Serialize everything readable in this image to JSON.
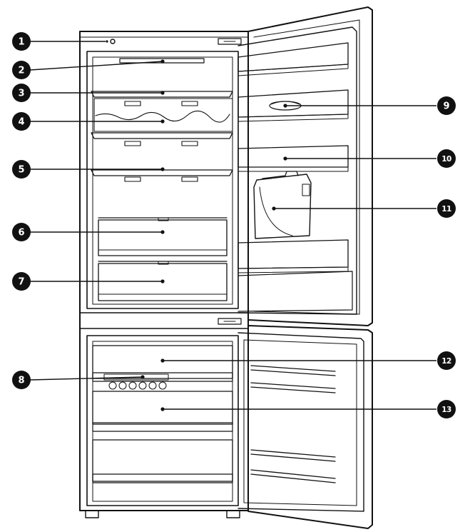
{
  "diagram": {
    "colors": {
      "ink": "#111111",
      "paper": "#ffffff",
      "badge_fill": "#111111",
      "badge_text": "#ffffff"
    },
    "callouts": [
      {
        "number": "1",
        "side": "left"
      },
      {
        "number": "2",
        "side": "left"
      },
      {
        "number": "3",
        "side": "left"
      },
      {
        "number": "4",
        "side": "left"
      },
      {
        "number": "5",
        "side": "left"
      },
      {
        "number": "6",
        "side": "left"
      },
      {
        "number": "7",
        "side": "left"
      },
      {
        "number": "8",
        "side": "left"
      },
      {
        "number": "9",
        "side": "right"
      },
      {
        "number": "10",
        "side": "right"
      },
      {
        "number": "11",
        "side": "right"
      },
      {
        "number": "12",
        "side": "right"
      },
      {
        "number": "13",
        "side": "right"
      }
    ]
  }
}
